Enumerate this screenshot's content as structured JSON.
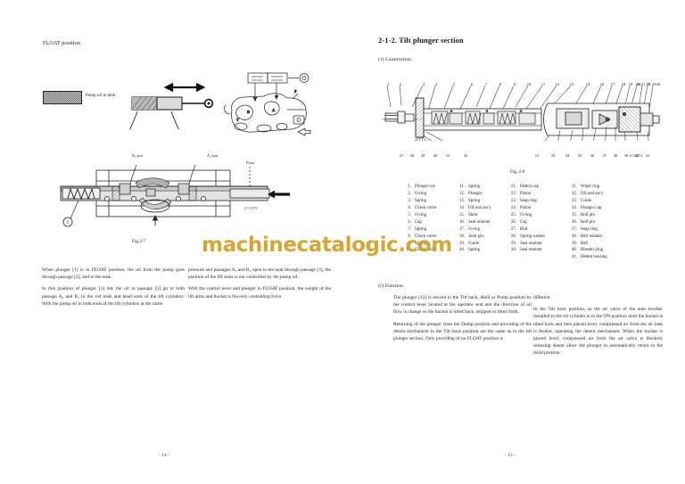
{
  "document": {
    "type": "service-manual-spread",
    "watermark": "machinecatalogic.com"
  },
  "left_page": {
    "page_number": "- 14 -",
    "heading": "FLOAT position",
    "legend_label": "Pump oil to tank",
    "figure": {
      "caption": "Fig.2-7",
      "ref_code": "Z13079",
      "callouts": {
        "b2_port": "B₂ port",
        "a2_port": "A₂ port",
        "float": "Float",
        "item_1": "1"
      }
    },
    "text_left": [
      "When plunger [1] is in FLOAT position, the oil from the pump goes through passage [2], and to the tank.",
      "In this position of plunger [1] lets the oil in passage [3] go to both passage A₂ and B₂ to the rod ends and head ends of the lift cylinders. With the pump oil in both ends of the lift cylinders at the same"
    ],
    "text_right": [
      "pressure and passages A₂ and B₂ open to the tank through passage [3], the position of the lift arms is not controlled by the pump oil.",
      "With the control lever and plunger in FLOAT position, the weight of the lift arms and bucket is the only controlling force."
    ]
  },
  "right_page": {
    "page_number": "- 15 -",
    "section_title": "2-1-2. Tilt plunger section",
    "subsection_1": "(1)  Construction",
    "subsection_2": "(2)  Function",
    "figure": {
      "caption": "Fig. 2-8",
      "ref_code": "Z10212",
      "callouts_top": [
        "1",
        "2",
        "3",
        "4",
        "5",
        "6",
        "7",
        "8",
        "9",
        "10",
        "11",
        "12",
        "13",
        "14",
        "16",
        "17",
        "18",
        "19",
        "20",
        "21",
        "22",
        "23",
        "24",
        "25",
        "26"
      ],
      "callouts_bottom_left": [
        "27",
        "28",
        "29",
        "30",
        "31",
        "32"
      ],
      "callouts_bottom_right": [
        "15",
        "33",
        "34",
        "35",
        "36",
        "37",
        "38",
        "39",
        "40",
        "41"
      ]
    },
    "parts_list": [
      {
        "num": "1.",
        "name": "Plunger eye"
      },
      {
        "num": "2.",
        "name": "O-ring"
      },
      {
        "num": "3.",
        "name": "Spring"
      },
      {
        "num": "4.",
        "name": "Check valve"
      },
      {
        "num": "5.",
        "name": "O-ring"
      },
      {
        "num": "6.",
        "name": "Cap"
      },
      {
        "num": "7.",
        "name": "Spring"
      },
      {
        "num": "8.",
        "name": "Check valve"
      },
      {
        "num": "9.",
        "name": "Spring"
      },
      {
        "num": "10.",
        "name": "Check valve"
      },
      {
        "num": "11.",
        "name": "Spring"
      },
      {
        "num": "12.",
        "name": "Plunger"
      },
      {
        "num": "13.",
        "name": "Spring"
      },
      {
        "num": "14.",
        "name": "Oil seal ass'y"
      },
      {
        "num": "15.",
        "name": "Shim"
      },
      {
        "num": "16.",
        "name": "Seal retainer"
      },
      {
        "num": "17.",
        "name": "O-ring"
      },
      {
        "num": "18.",
        "name": "Joint pin"
      },
      {
        "num": "19.",
        "name": "Guide"
      },
      {
        "num": "20.",
        "name": "Spring"
      },
      {
        "num": "21.",
        "name": "Detent cap"
      },
      {
        "num": "22.",
        "name": "Piston"
      },
      {
        "num": "23.",
        "name": "Snap ring"
      },
      {
        "num": "24.",
        "name": "Piston"
      },
      {
        "num": "25.",
        "name": "O-ring"
      },
      {
        "num": "26.",
        "name": "Cap"
      },
      {
        "num": "27.",
        "name": "Bolt"
      },
      {
        "num": "28.",
        "name": "Spring washer"
      },
      {
        "num": "29.",
        "name": "Seal retainer"
      },
      {
        "num": "30.",
        "name": "Seal retainer"
      },
      {
        "num": "31.",
        "name": "Wiper ring"
      },
      {
        "num": "32.",
        "name": "Oil seal ass'y"
      },
      {
        "num": "33.",
        "name": "Guide"
      },
      {
        "num": "34.",
        "name": "Plunger cap"
      },
      {
        "num": "35.",
        "name": "Roll pin"
      },
      {
        "num": "36.",
        "name": "Roll pin"
      },
      {
        "num": "37.",
        "name": "Snap ring"
      },
      {
        "num": "38.",
        "name": "Ball retainer"
      },
      {
        "num": "39.",
        "name": "Ball"
      },
      {
        "num": "40.",
        "name": "Bleeder plug"
      },
      {
        "num": "41.",
        "name": "Detent housing"
      }
    ],
    "function_text_left": [
      "The plunger [12] is moved to the Tilt back, Hold or Pump position by the control lever located at the operator seat and the direction of oil flow is change so the bucket is tilted back, stopped or tilted forth.",
      "Returning of the plunger from the Dump position and providing of the detent mechanism in the Tilt back position are the same as in the lift plunger section.  Only providing of no FLOAT position is"
    ],
    "function_text_right": [
      "different.",
      "In the Tilt back position, as the air valve of the auto leveller installed to the tilt cylinder is in the ON position until the bucket is tilted back and then placed level, compressed air from the air tank is feeded, operating the detent mechanism.  When the bucket is placed level, compressed air from the air valve is blocked, releasing detent allow the plunger to automatically return to the Hold position."
    ]
  }
}
